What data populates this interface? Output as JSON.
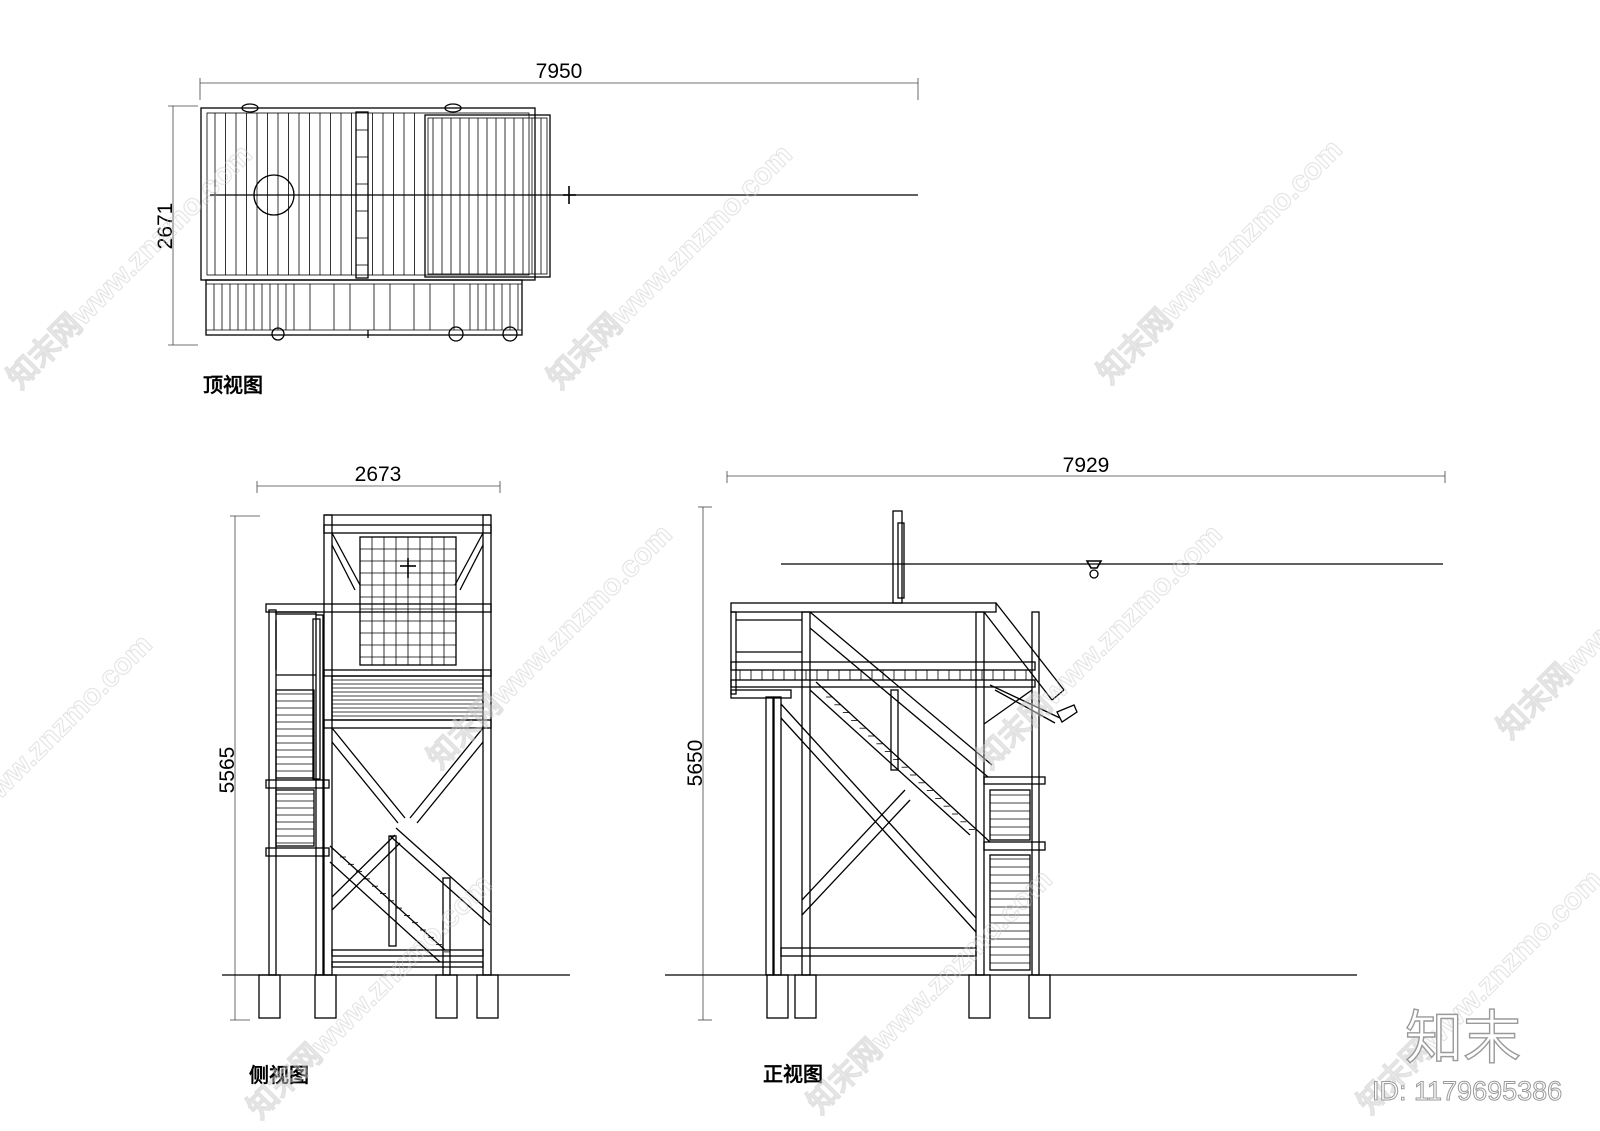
{
  "views": {
    "top": {
      "caption": "顶视图",
      "width_dim": "7950",
      "depth_dim": "2671"
    },
    "side": {
      "caption": "侧视图",
      "width_dim": "2673",
      "height_dim": "5565"
    },
    "front": {
      "caption": "正视图",
      "width_dim": "7929",
      "height_dim": "5650"
    }
  },
  "watermark": {
    "text": "知末网www.znzmo.com",
    "brand": "知末",
    "id_text": "ID: 1179695386"
  }
}
